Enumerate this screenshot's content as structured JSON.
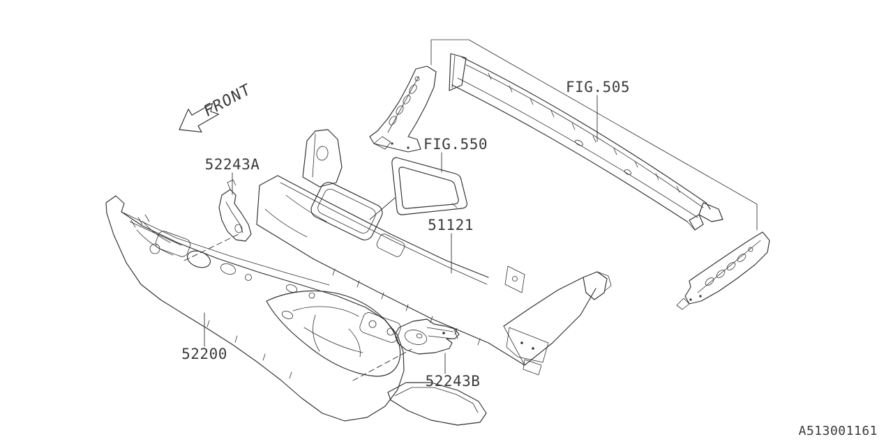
{
  "diagram": {
    "id": "A513001161",
    "orientation_label": "FRONT",
    "callouts": [
      {
        "label": "52243A"
      },
      {
        "label": "FIG.550"
      },
      {
        "label": "FIG.505"
      },
      {
        "label": "51121"
      },
      {
        "label": "52200"
      },
      {
        "label": "52243B"
      }
    ],
    "colors": {
      "line": "#2d2d2d",
      "background": "#ffffff",
      "text": "#3a3a3a"
    }
  }
}
